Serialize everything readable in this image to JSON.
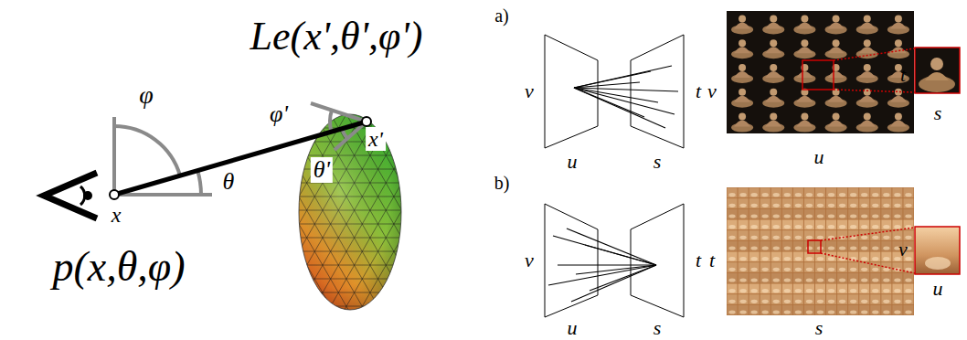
{
  "diagram": {
    "labels": [
      "Le(x',θ',φ')",
      "p(x,θ,φ)",
      "φ",
      "θ",
      "x",
      "φ'",
      "θ'",
      "x'",
      "a)",
      "v",
      "u",
      "s",
      "t",
      "v",
      "u",
      "t",
      "s",
      "b)",
      "v",
      "u",
      "s",
      "t",
      "t",
      "s",
      "v",
      "u"
    ]
  }
}
